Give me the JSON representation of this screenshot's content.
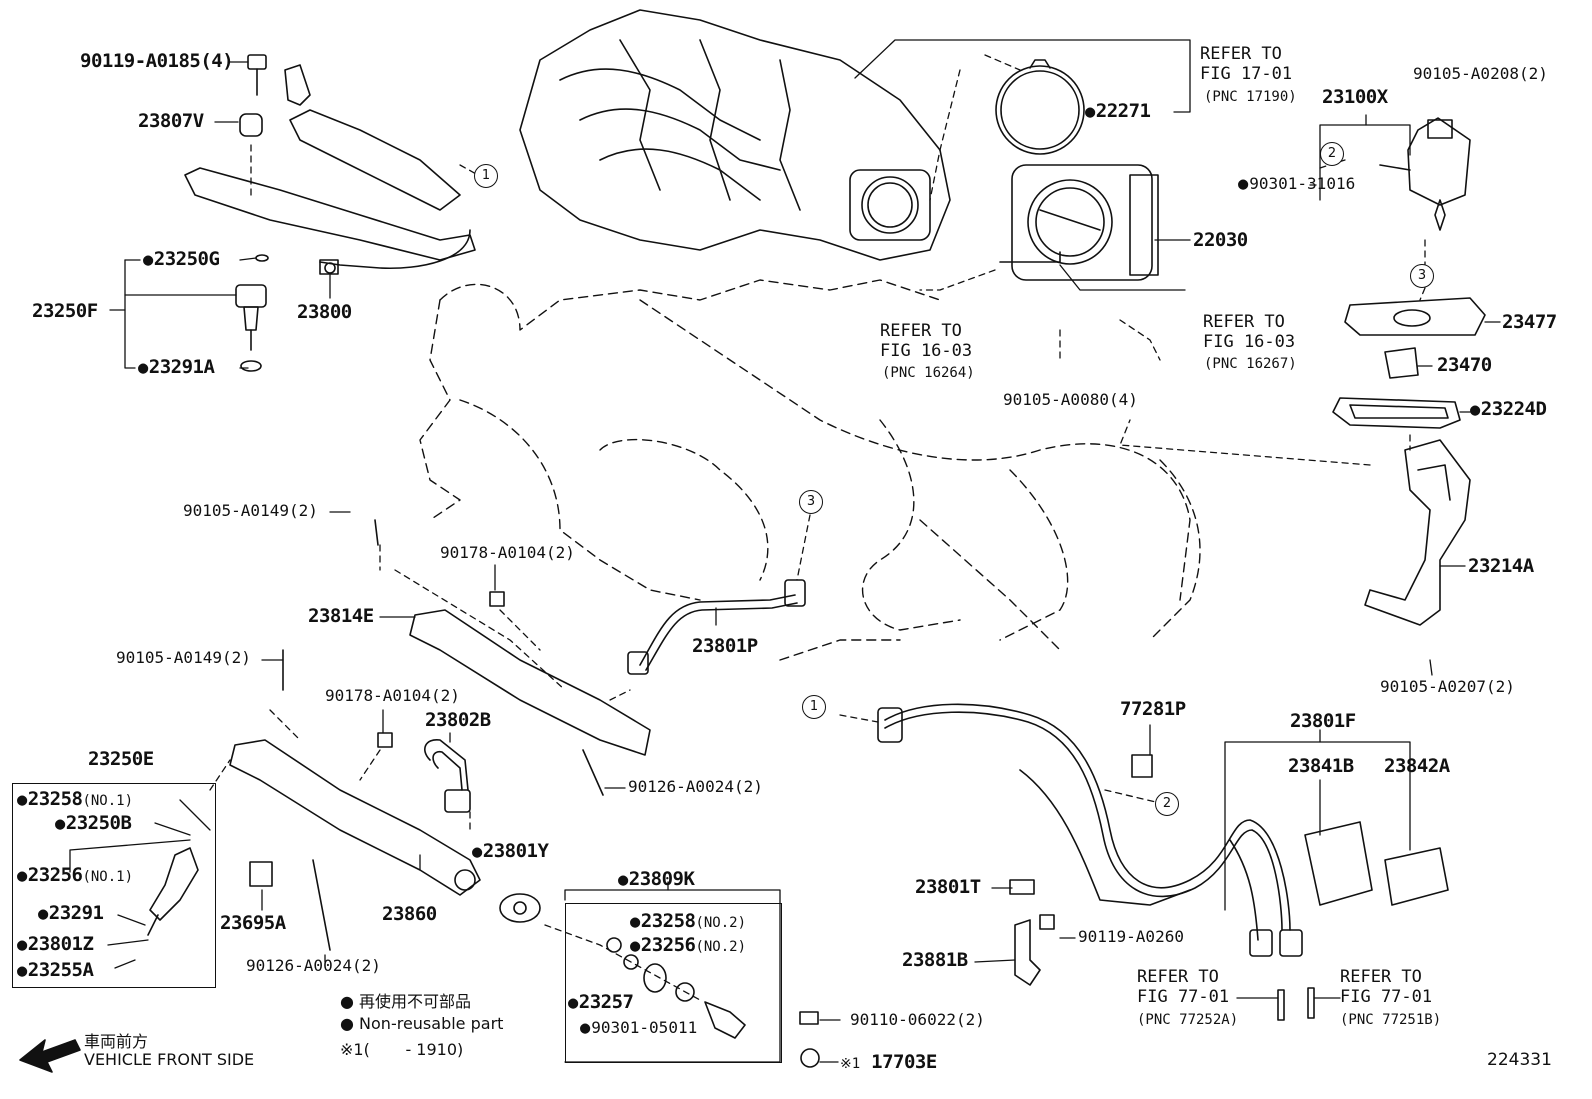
{
  "diagram_id": "224331",
  "watermark_text": "",
  "legend": {
    "jp_nonreuse": "再使用不可部品",
    "en_nonreuse": "Non-reusable part",
    "note_mark": "※1",
    "note_range": "(       - 1910)",
    "front_jp": "車両前方",
    "front_en": "VEHICLE FRONT SIDE"
  },
  "callouts": [
    "1",
    "2",
    "3"
  ],
  "refs": [
    {
      "text": "REFER TO\nFIG 17-01",
      "pnc": "(PNC 17190)"
    },
    {
      "text": "REFER TO\nFIG 16-03",
      "pnc": "(PNC 16264)"
    },
    {
      "text": "REFER TO\nFIG 16-03",
      "pnc": "(PNC 16267)"
    },
    {
      "text": "REFER TO\nFIG 77-01",
      "pnc": "(PNC 77252A)"
    },
    {
      "text": "REFER TO\nFIG 77-01",
      "pnc": "(PNC 77251B)"
    }
  ],
  "parts": [
    {
      "code": "90119-A0185(4)"
    },
    {
      "code": "23807V"
    },
    {
      "code": "23250G",
      "nonreusable": true
    },
    {
      "code": "23250F"
    },
    {
      "code": "23291A",
      "nonreusable": true
    },
    {
      "code": "23800"
    },
    {
      "code": "22271",
      "nonreusable": true
    },
    {
      "code": "22030"
    },
    {
      "code": "90105-A0080(4)"
    },
    {
      "code": "23100X"
    },
    {
      "code": "90105-A0208(2)"
    },
    {
      "code": "90301-31016",
      "nonreusable": true
    },
    {
      "code": "23477"
    },
    {
      "code": "23470"
    },
    {
      "code": "23224D",
      "nonreusable": true
    },
    {
      "code": "23214A"
    },
    {
      "code": "90105-A0207(2)"
    },
    {
      "code": "90105-A0149(2)"
    },
    {
      "code": "90178-A0104(2)"
    },
    {
      "code": "23814E"
    },
    {
      "code": "23801P"
    },
    {
      "code": "90105-A0149(2)"
    },
    {
      "code": "90178-A0104(2)"
    },
    {
      "code": "23802B"
    },
    {
      "code": "90126-A0024(2)"
    },
    {
      "code": "23250E"
    },
    {
      "code": "23258",
      "sub": "(NO.1)",
      "nonreusable": true
    },
    {
      "code": "23250B",
      "nonreusable": true
    },
    {
      "code": "23256",
      "sub": "(NO.1)",
      "nonreusable": true
    },
    {
      "code": "23291",
      "nonreusable": true
    },
    {
      "code": "23801Z",
      "nonreusable": true
    },
    {
      "code": "23255A",
      "nonreusable": true
    },
    {
      "code": "23695A"
    },
    {
      "code": "90126-A0024(2)"
    },
    {
      "code": "23860"
    },
    {
      "code": "23801Y",
      "nonreusable": true
    },
    {
      "code": "23809K",
      "nonreusable": true
    },
    {
      "code": "23258",
      "sub": "(NO.2)",
      "nonreusable": true
    },
    {
      "code": "23256",
      "sub": "(NO.2)",
      "nonreusable": true
    },
    {
      "code": "23257",
      "nonreusable": true
    },
    {
      "code": "90301-05011",
      "nonreusable": true
    },
    {
      "code": "90110-06022(2)"
    },
    {
      "code": "17703E",
      "prefix": "※1"
    },
    {
      "code": "77281P"
    },
    {
      "code": "23801F"
    },
    {
      "code": "23841B"
    },
    {
      "code": "23842A"
    },
    {
      "code": "23801T"
    },
    {
      "code": "90119-A0260"
    },
    {
      "code": "23881B"
    }
  ]
}
